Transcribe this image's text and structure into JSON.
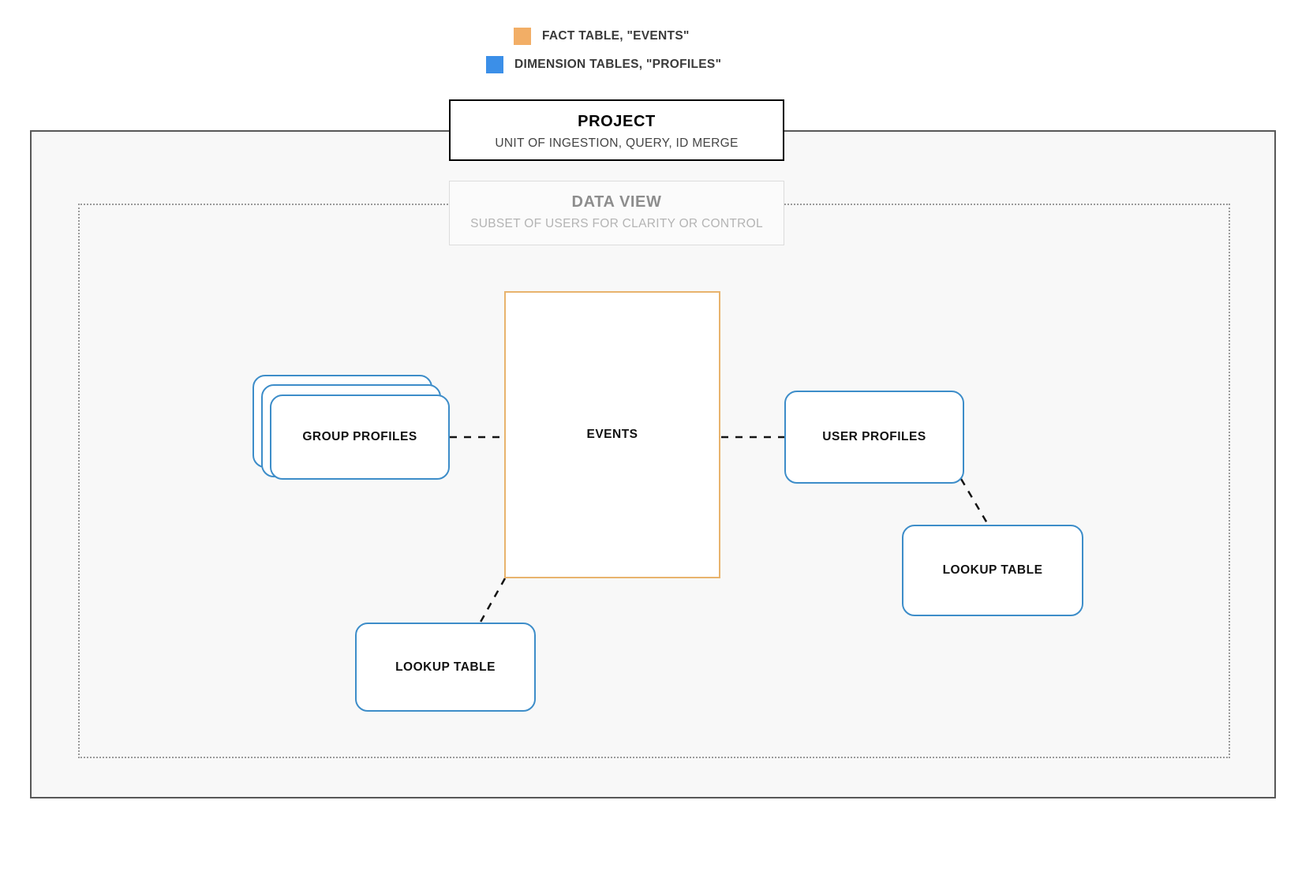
{
  "legend": {
    "items": [
      {
        "label": "FACT TABLE, \"EVENTS\"",
        "color": "#f2ae66",
        "icon": "square-swatch-icon"
      },
      {
        "label": "DIMENSION TABLES, \"PROFILES\"",
        "color": "#3b8fe8",
        "icon": "square-swatch-icon"
      }
    ]
  },
  "project": {
    "title": "PROJECT",
    "subtitle": "UNIT OF INGESTION, QUERY, ID MERGE",
    "border_color": "#000000"
  },
  "data_view": {
    "title": "DATA VIEW",
    "subtitle": "SUBSET OF USERS FOR CLARITY OR CONTROL",
    "border_color": "#dcdcdc"
  },
  "nodes": {
    "events": {
      "label": "EVENTS",
      "type": "fact",
      "color": "#e8b36d"
    },
    "group_profiles": {
      "label": "GROUP PROFILES",
      "type": "dimension-stack",
      "color": "#3d8dc9"
    },
    "user_profiles": {
      "label": "USER PROFILES",
      "type": "dimension",
      "color": "#3d8dc9"
    },
    "lookup_table_left": {
      "label": "LOOKUP TABLE",
      "type": "dimension",
      "color": "#3d8dc9"
    },
    "lookup_table_right": {
      "label": "LOOKUP TABLE",
      "type": "dimension",
      "color": "#3d8dc9"
    }
  },
  "connections": [
    {
      "from": "group_profiles",
      "to": "events",
      "style": "dashed"
    },
    {
      "from": "events",
      "to": "user_profiles",
      "style": "dashed"
    },
    {
      "from": "events",
      "to": "lookup_table_left",
      "style": "dashed"
    },
    {
      "from": "user_profiles",
      "to": "lookup_table_right",
      "style": "dashed"
    }
  ]
}
